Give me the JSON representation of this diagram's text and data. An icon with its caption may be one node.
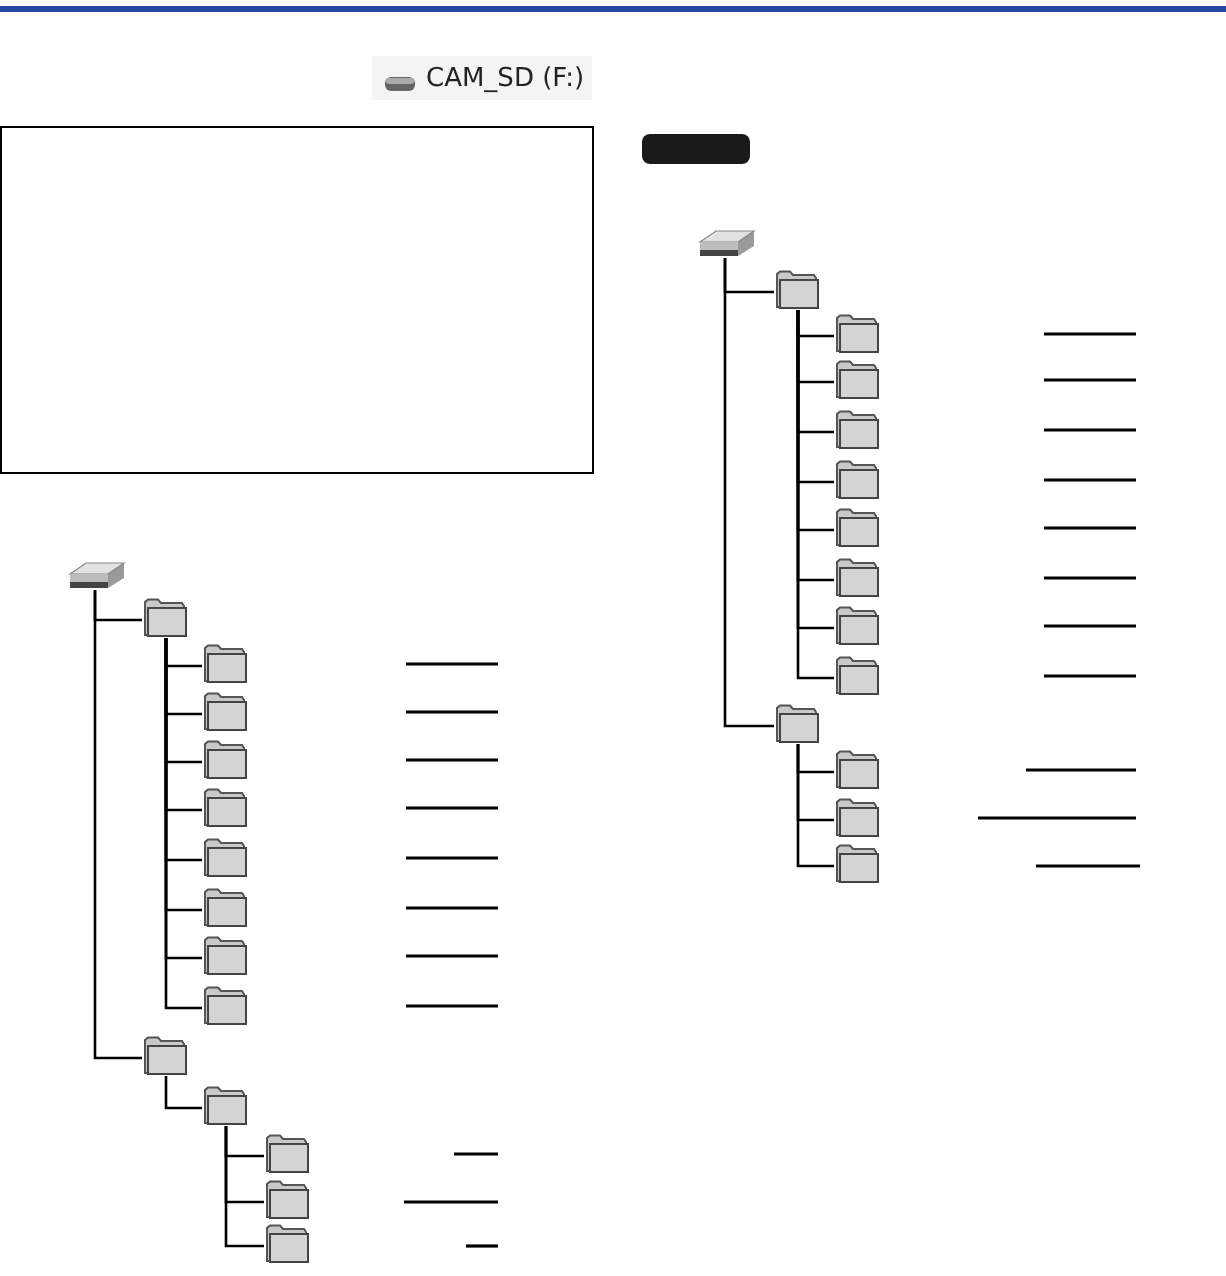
{
  "diagram": {
    "nodes": [
      {
        "text": [],
        "shape": "picture"
      },
      {
        "text": [],
        "shape": "picture"
      },
      {
        "text": [],
        "shape": "picture"
      },
      {
        "text": [],
        "shape": "picture"
      },
      {
        "text": [],
        "shape": "picture"
      },
      {
        "text": [],
        "shape": "picture"
      },
      {
        "text": [],
        "shape": "picture"
      },
      {
        "text": [],
        "shape": "picture"
      },
      {
        "text": [],
        "shape": "picture"
      },
      {
        "text": [],
        "shape": "picture"
      },
      {
        "text": [],
        "shape": "picture"
      },
      {
        "text": [],
        "shape": "picture"
      },
      {
        "text": [],
        "shape": "picture"
      },
      {
        "text": [],
        "shape": "picture"
      },
      {
        "text": [],
        "shape": "picture"
      },
      {
        "text": [],
        "shape": "picture"
      },
      {
        "text": [],
        "shape": "picture"
      },
      {
        "text": [],
        "shape": "picture"
      },
      {
        "text": [],
        "shape": "picture"
      },
      {
        "text": [],
        "shape": "picture"
      },
      {
        "text": [],
        "shape": "picture"
      },
      {
        "text": [],
        "shape": "picture"
      },
      {
        "text": [],
        "shape": "picture"
      },
      {
        "text": [],
        "shape": "picture"
      },
      {
        "text": [],
        "shape": "picture"
      },
      {
        "text": [],
        "shape": "picture"
      },
      {
        "text": [],
        "shape": "picture"
      },
      {
        "text": [],
        "shape": "picture"
      },
      {
        "text": [],
        "shape": "picture"
      }
    ],
    "edges": [
      {
        "from": 0,
        "to": 1,
        "arrow": "none"
      },
      {
        "from": 1,
        "to": 2,
        "arrow": "none"
      },
      {
        "from": 1,
        "to": 3,
        "arrow": "none"
      },
      {
        "from": 1,
        "to": 4,
        "arrow": "none"
      },
      {
        "from": 1,
        "to": 5,
        "arrow": "none"
      },
      {
        "from": 1,
        "to": 6,
        "arrow": "none"
      },
      {
        "from": 1,
        "to": 7,
        "arrow": "none"
      },
      {
        "from": 1,
        "to": 8,
        "arrow": "none"
      },
      {
        "from": 1,
        "to": 9,
        "arrow": "none"
      },
      {
        "from": 0,
        "to": 10,
        "arrow": "none"
      },
      {
        "from": 10,
        "to": 11,
        "arrow": "none"
      },
      {
        "from": 11,
        "to": 12,
        "arrow": "none"
      },
      {
        "from": 11,
        "to": 13,
        "arrow": "none"
      },
      {
        "from": 11,
        "to": 14,
        "arrow": "none"
      },
      {
        "from": 15,
        "to": 16,
        "arrow": "none"
      },
      {
        "from": 16,
        "to": 17,
        "arrow": "none"
      },
      {
        "from": 16,
        "to": 18,
        "arrow": "none"
      },
      {
        "from": 16,
        "to": 19,
        "arrow": "none"
      },
      {
        "from": 16,
        "to": 20,
        "arrow": "none"
      },
      {
        "from": 16,
        "to": 21,
        "arrow": "none"
      },
      {
        "from": 16,
        "to": 22,
        "arrow": "none"
      },
      {
        "from": 16,
        "to": 23,
        "arrow": "none"
      },
      {
        "from": 16,
        "to": 24,
        "arrow": "none"
      },
      {
        "from": 15,
        "to": 25,
        "arrow": "none"
      },
      {
        "from": 25,
        "to": 26,
        "arrow": "none"
      },
      {
        "from": 25,
        "to": 27,
        "arrow": "none"
      },
      {
        "from": 25,
        "to": 28,
        "arrow": "none"
      }
    ],
    "labels": [
      "CAM_SD (F:)"
    ]
  }
}
